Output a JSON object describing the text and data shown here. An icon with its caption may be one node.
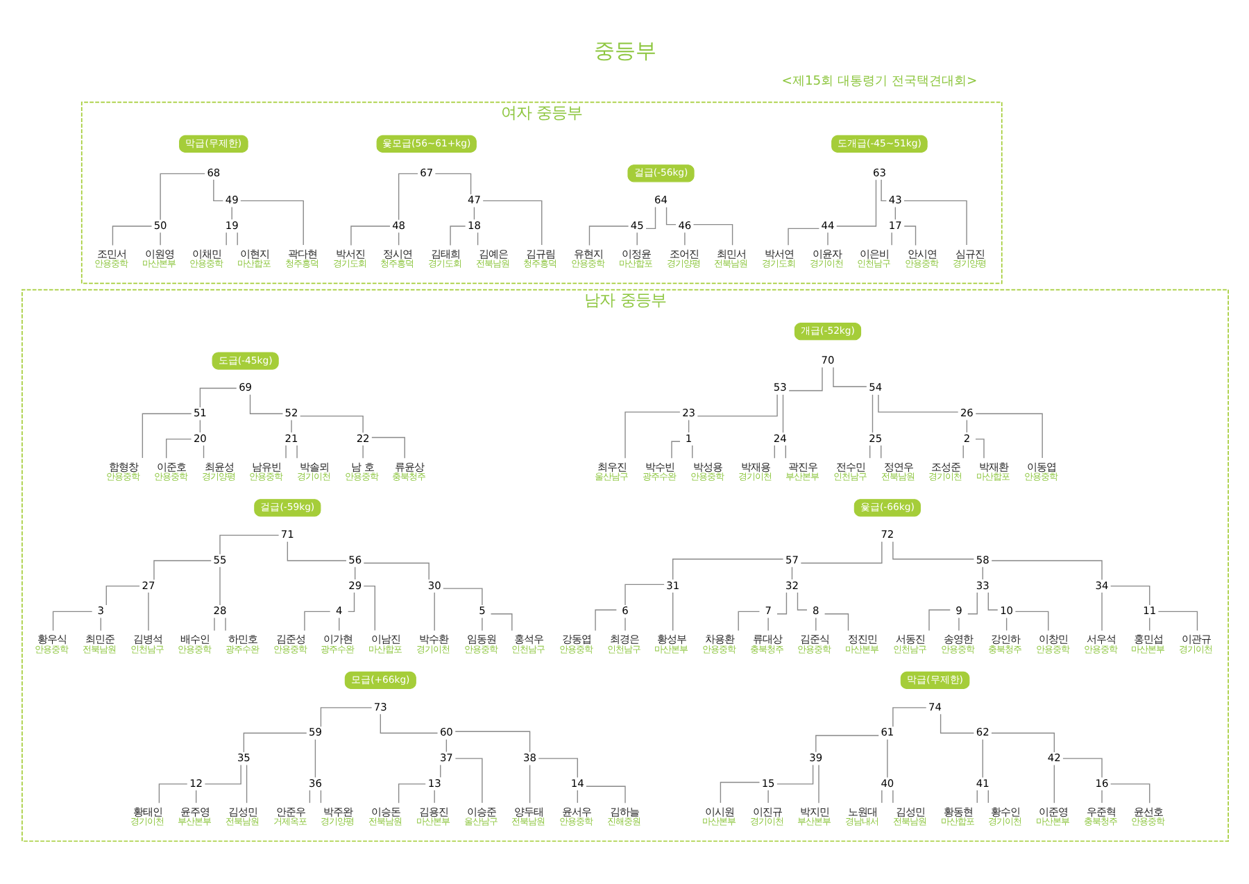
{
  "diagram": {
    "title": "중등부",
    "nodes": [
      {
        "text": [
          "여자 중등부"
        ]
      },
      {
        "text": [
          "도개급(-45~51kg)"
        ],
        "in": 0
      },
      {
        "text": [
          "63"
        ],
        "in": 0
      },
      {
        "text": [
          "43"
        ],
        "in": 0
      },
      {
        "text": [
          "44"
        ],
        "in": 0
      },
      {
        "text": [
          "17"
        ],
        "in": 0
      },
      {
        "text": [
          "심규진",
          "경기양평"
        ],
        "in": 0
      },
      {
        "text": [
          "이은비",
          "인천남구"
        ],
        "in": 0
      },
      {
        "text": [
          "안시연",
          "안용중학"
        ],
        "in": 0
      },
      {
        "text": [
          "박서연",
          "경기도회"
        ],
        "in": 0
      },
      {
        "text": [
          "이윤자",
          "경기이천"
        ],
        "in": 0
      },
      {
        "text": [
          "걸급(-56kg)"
        ],
        "in": 0
      },
      {
        "text": [
          "64"
        ],
        "in": 0
      },
      {
        "text": [
          "45"
        ],
        "in": 0
      },
      {
        "text": [
          "46"
        ],
        "in": 0
      },
      {
        "text": [
          "유현지",
          "안용중학"
        ],
        "in": 0
      },
      {
        "text": [
          "이정윤",
          "마산합포"
        ],
        "in": 0
      },
      {
        "text": [
          "조어진",
          "경기양평"
        ],
        "in": 0
      },
      {
        "text": [
          "최민서",
          "전북남원"
        ],
        "in": 0
      },
      {
        "text": [
          "윷모급(56~61+kg)"
        ],
        "in": 0
      },
      {
        "text": [
          "67"
        ],
        "in": 0
      },
      {
        "text": [
          "47"
        ],
        "in": 0
      },
      {
        "text": [
          "48"
        ],
        "in": 0
      },
      {
        "text": [
          "18"
        ],
        "in": 0
      },
      {
        "text": [
          "김규림",
          "청주흥덕"
        ],
        "in": 0
      },
      {
        "text": [
          "김태희",
          "경기도회"
        ],
        "in": 0
      },
      {
        "text": [
          "김예은",
          "전북남원"
        ],
        "in": 0
      },
      {
        "text": [
          "박서진",
          "경기도회"
        ],
        "in": 0
      },
      {
        "text": [
          "정시연",
          "청주흥덕"
        ],
        "in": 0
      },
      {
        "text": [
          "막급(무제한)"
        ],
        "in": 0
      },
      {
        "text": [
          "68"
        ],
        "in": 0
      },
      {
        "text": [
          "49"
        ],
        "in": 0
      },
      {
        "text": [
          "50"
        ],
        "in": 0
      },
      {
        "text": [
          "19"
        ],
        "in": 0
      },
      {
        "text": [
          "곽다현",
          "청주흥덕"
        ],
        "in": 0
      },
      {
        "text": [
          "이채민",
          "안용중학"
        ],
        "in": 0
      },
      {
        "text": [
          "이현지",
          "마산합포"
        ],
        "in": 0
      },
      {
        "text": [
          "조민서",
          "안용중학"
        ],
        "in": 0
      },
      {
        "text": [
          "이원영",
          "마산본부"
        ],
        "in": 0
      },
      {
        "text": [
          "남자 중등부"
        ]
      },
      {
        "text": [
          "도급(-45kg)"
        ],
        "in": 39
      },
      {
        "text": [
          "69"
        ],
        "in": 39
      },
      {
        "text": [
          "51"
        ],
        "in": 39
      },
      {
        "text": [
          "52"
        ],
        "in": 39
      },
      {
        "text": [
          "20"
        ],
        "in": 39
      },
      {
        "text": [
          "21"
        ],
        "in": 39
      },
      {
        "text": [
          "22"
        ],
        "in": 39
      },
      {
        "text": [
          "함형창",
          "안용중학"
        ],
        "in": 39
      },
      {
        "text": [
          "이준호",
          "안용중학"
        ],
        "in": 39
      },
      {
        "text": [
          "최윤성",
          "경기양평"
        ],
        "in": 39
      },
      {
        "text": [
          "남유빈",
          "안용중학"
        ],
        "in": 39
      },
      {
        "text": [
          "박솔뫼",
          "경기이천"
        ],
        "in": 39
      },
      {
        "text": [
          "남 호",
          "안용중학"
        ],
        "in": 39
      },
      {
        "text": [
          "류윤상",
          "충북청주"
        ],
        "in": 39
      },
      {
        "text": [
          "개급(-52kg)"
        ],
        "in": 39
      },
      {
        "text": [
          "70"
        ],
        "in": 39
      },
      {
        "text": [
          "53"
        ],
        "in": 39
      },
      {
        "text": [
          "54"
        ],
        "in": 39
      },
      {
        "text": [
          "23"
        ],
        "in": 39
      },
      {
        "text": [
          "24"
        ],
        "in": 39
      },
      {
        "text": [
          "25"
        ],
        "in": 39
      },
      {
        "text": [
          "26"
        ],
        "in": 39
      },
      {
        "text": [
          "1"
        ],
        "in": 39
      },
      {
        "text": [
          "2"
        ],
        "in": 39
      },
      {
        "text": [
          "최우진",
          "울산남구"
        ],
        "in": 39
      },
      {
        "text": [
          "박수빈",
          "광주수완"
        ],
        "in": 39
      },
      {
        "text": [
          "박성용",
          "안용중학"
        ],
        "in": 39
      },
      {
        "text": [
          "박재용",
          "경기이천"
        ],
        "in": 39
      },
      {
        "text": [
          "곽진우",
          "부산본부"
        ],
        "in": 39
      },
      {
        "text": [
          "전수민",
          "인천남구"
        ],
        "in": 39
      },
      {
        "text": [
          "정연우",
          "전북남원"
        ],
        "in": 39
      },
      {
        "text": [
          "조성준",
          "경기이천"
        ],
        "in": 39
      },
      {
        "text": [
          "박재환",
          "마산합포"
        ],
        "in": 39
      },
      {
        "text": [
          "이동엽",
          "안용중학"
        ],
        "in": 39
      },
      {
        "text": [
          "걸급(-59kg)"
        ],
        "in": 39
      },
      {
        "text": [
          "71"
        ],
        "in": 39
      },
      {
        "text": [
          "55"
        ],
        "in": 39
      },
      {
        "text": [
          "56"
        ],
        "in": 39
      },
      {
        "text": [
          "27"
        ],
        "in": 39
      },
      {
        "text": [
          "28"
        ],
        "in": 39
      },
      {
        "text": [
          "29"
        ],
        "in": 39
      },
      {
        "text": [
          "30"
        ],
        "in": 39
      },
      {
        "text": [
          "3"
        ],
        "in": 39
      },
      {
        "text": [
          "4"
        ],
        "in": 39
      },
      {
        "text": [
          "5"
        ],
        "in": 39
      },
      {
        "text": [
          "김병석",
          "인천남구"
        ],
        "in": 39
      },
      {
        "text": [
          "황우식",
          "안용중학"
        ],
        "in": 39
      },
      {
        "text": [
          "최민준",
          "전북남원"
        ],
        "in": 39
      },
      {
        "text": [
          "배수인",
          "안용중학"
        ],
        "in": 39
      },
      {
        "text": [
          "하민호",
          "광주수완"
        ],
        "in": 39
      },
      {
        "text": [
          "이남진",
          "마산합포"
        ],
        "in": 39
      },
      {
        "text": [
          "김준성",
          "안용중학"
        ],
        "in": 39
      },
      {
        "text": [
          "이가현",
          "광주수완"
        ],
        "in": 39
      },
      {
        "text": [
          "임동원",
          "안용중학"
        ],
        "in": 39
      },
      {
        "text": [
          "홍석우",
          "인천남구"
        ],
        "in": 39
      },
      {
        "text": [
          "박수환",
          "경기이천"
        ],
        "in": 39
      },
      {
        "text": [
          "윷급(-66kg)"
        ],
        "in": 39
      },
      {
        "text": [
          "72"
        ],
        "in": 39
      },
      {
        "text": [
          "57"
        ],
        "in": 39
      },
      {
        "text": [
          "58"
        ],
        "in": 39
      },
      {
        "text": [
          "31"
        ],
        "in": 39
      },
      {
        "text": [
          "32"
        ],
        "in": 39
      },
      {
        "text": [
          "33"
        ],
        "in": 39
      },
      {
        "text": [
          "34"
        ],
        "in": 39
      },
      {
        "text": [
          "6"
        ],
        "in": 39
      },
      {
        "text": [
          "7"
        ],
        "in": 39
      },
      {
        "text": [
          "8"
        ],
        "in": 39
      },
      {
        "text": [
          "9"
        ],
        "in": 39
      },
      {
        "text": [
          "10"
        ],
        "in": 39
      },
      {
        "text": [
          "11"
        ],
        "in": 39
      },
      {
        "text": [
          "황성부",
          "마산본부"
        ],
        "in": 39
      },
      {
        "text": [
          "강동엽",
          "안용중학"
        ],
        "in": 39
      },
      {
        "text": [
          "최경은",
          "인천남구"
        ],
        "in": 39
      },
      {
        "text": [
          "차용환",
          "안용중학"
        ],
        "in": 39
      },
      {
        "text": [
          "류대상",
          "충북청주"
        ],
        "in": 39
      },
      {
        "text": [
          "김준식",
          "안용중학"
        ],
        "in": 39
      },
      {
        "text": [
          "정진민",
          "마산본부"
        ],
        "in": 39
      },
      {
        "text": [
          "서동진",
          "인천남구"
        ],
        "in": 39
      },
      {
        "text": [
          "송영한",
          "안용중학"
        ],
        "in": 39
      },
      {
        "text": [
          "강인하",
          "충북청주"
        ],
        "in": 39
      },
      {
        "text": [
          "이창민",
          "안용중학"
        ],
        "in": 39
      },
      {
        "text": [
          "홍민섭",
          "마산본부"
        ],
        "in": 39
      },
      {
        "text": [
          "이관규",
          "경기이천"
        ],
        "in": 39
      },
      {
        "text": [
          "서우석",
          "안용중학"
        ],
        "in": 39
      },
      {
        "text": [
          "모급(+66kg)"
        ],
        "in": 39
      },
      {
        "text": [
          "73"
        ],
        "in": 39
      },
      {
        "text": [
          "59"
        ],
        "in": 39
      },
      {
        "text": [
          "60"
        ],
        "in": 39
      },
      {
        "text": [
          "35"
        ],
        "in": 39
      },
      {
        "text": [
          "36"
        ],
        "in": 39
      },
      {
        "text": [
          "37"
        ],
        "in": 39
      },
      {
        "text": [
          "38"
        ],
        "in": 39
      },
      {
        "text": [
          "12"
        ],
        "in": 39
      },
      {
        "text": [
          "13"
        ],
        "in": 39
      },
      {
        "text": [
          "14"
        ],
        "in": 39
      },
      {
        "text": [
          "김성민",
          "전북남원"
        ],
        "in": 39
      },
      {
        "text": [
          "황태인",
          "경기이천"
        ],
        "in": 39
      },
      {
        "text": [
          "윤주영",
          "부산본부"
        ],
        "in": 39
      },
      {
        "text": [
          "안준우",
          "거제옥포"
        ],
        "in": 39
      },
      {
        "text": [
          "박주완",
          "경기양평"
        ],
        "in": 39
      },
      {
        "text": [
          "이승준",
          "울산남구"
        ],
        "in": 39
      },
      {
        "text": [
          "이승돈",
          "전북남원"
        ],
        "in": 39
      },
      {
        "text": [
          "김용진",
          "마산본부"
        ],
        "in": 39
      },
      {
        "text": [
          "윤서우",
          "안용중학"
        ],
        "in": 39
      },
      {
        "text": [
          "김하늘",
          "진해중원"
        ],
        "in": 39
      },
      {
        "text": [
          "양두태",
          "전북남원"
        ],
        "in": 39
      },
      {
        "text": [
          "막급(무제한)"
        ],
        "in": 39
      },
      {
        "text": [
          "74"
        ],
        "in": 39
      },
      {
        "text": [
          "61"
        ],
        "in": 39
      },
      {
        "text": [
          "62"
        ],
        "in": 39
      },
      {
        "text": [
          "39"
        ],
        "in": 39
      },
      {
        "text": [
          "40"
        ],
        "in": 39
      },
      {
        "text": [
          "41"
        ],
        "in": 39
      },
      {
        "text": [
          "42"
        ],
        "in": 39
      },
      {
        "text": [
          "15"
        ],
        "in": 39
      },
      {
        "text": [
          "16"
        ],
        "in": 39
      },
      {
        "text": [
          "박지민",
          "부산본부"
        ],
        "in": 39
      },
      {
        "text": [
          "이시원",
          "마산본부"
        ],
        "in": 39
      },
      {
        "text": [
          "이진규",
          "경기이천"
        ],
        "in": 39
      },
      {
        "text": [
          "노원대",
          "경남내서"
        ],
        "in": 39
      },
      {
        "text": [
          "김성민",
          "전북남원"
        ],
        "in": 39
      },
      {
        "text": [
          "황동현",
          "마산합포"
        ],
        "in": 39
      },
      {
        "text": [
          "황수인",
          "경기이천"
        ],
        "in": 39
      },
      {
        "text": [
          "우준혁",
          "충북청주"
        ],
        "in": 39
      },
      {
        "text": [
          "윤선호",
          "안용중학"
        ],
        "in": 39
      },
      {
        "text": [
          "이준영",
          "마산본부"
        ],
        "in": 39
      }
    ],
    "edges": [
      {
        "from": 2,
        "to": 3,
        "arrow": "none"
      },
      {
        "from": 2,
        "to": 4,
        "arrow": "none"
      },
      {
        "from": 3,
        "to": 6,
        "arrow": "none"
      },
      {
        "from": 3,
        "to": 5,
        "arrow": "none"
      },
      {
        "from": 5,
        "to": 7,
        "arrow": "none"
      },
      {
        "from": 5,
        "to": 8,
        "arrow": "none"
      },
      {
        "from": 4,
        "to": 9,
        "arrow": "none"
      },
      {
        "from": 4,
        "to": 10,
        "arrow": "none"
      },
      {
        "from": 12,
        "to": 13,
        "arrow": "none"
      },
      {
        "from": 12,
        "to": 14,
        "arrow": "none"
      },
      {
        "from": 13,
        "to": 15,
        "arrow": "none"
      },
      {
        "from": 13,
        "to": 16,
        "arrow": "none"
      },
      {
        "from": 14,
        "to": 17,
        "arrow": "none"
      },
      {
        "from": 14,
        "to": 18,
        "arrow": "none"
      },
      {
        "from": 20,
        "to": 21,
        "arrow": "none"
      },
      {
        "from": 20,
        "to": 22,
        "arrow": "none"
      },
      {
        "from": 21,
        "to": 24,
        "arrow": "none"
      },
      {
        "from": 21,
        "to": 23,
        "arrow": "none"
      },
      {
        "from": 23,
        "to": 25,
        "arrow": "none"
      },
      {
        "from": 23,
        "to": 26,
        "arrow": "none"
      },
      {
        "from": 22,
        "to": 27,
        "arrow": "none"
      },
      {
        "from": 22,
        "to": 28,
        "arrow": "none"
      },
      {
        "from": 30,
        "to": 31,
        "arrow": "none"
      },
      {
        "from": 30,
        "to": 32,
        "arrow": "none"
      },
      {
        "from": 31,
        "to": 34,
        "arrow": "none"
      },
      {
        "from": 31,
        "to": 33,
        "arrow": "none"
      },
      {
        "from": 33,
        "to": 35,
        "arrow": "none"
      },
      {
        "from": 33,
        "to": 36,
        "arrow": "none"
      },
      {
        "from": 32,
        "to": 37,
        "arrow": "none"
      },
      {
        "from": 32,
        "to": 38,
        "arrow": "none"
      },
      {
        "from": 41,
        "to": 42,
        "arrow": "none"
      },
      {
        "from": 41,
        "to": 43,
        "arrow": "none"
      },
      {
        "from": 42,
        "to": 47,
        "arrow": "none"
      },
      {
        "from": 42,
        "to": 44,
        "arrow": "none"
      },
      {
        "from": 44,
        "to": 48,
        "arrow": "none"
      },
      {
        "from": 44,
        "to": 49,
        "arrow": "none"
      },
      {
        "from": 43,
        "to": 45,
        "arrow": "none"
      },
      {
        "from": 43,
        "to": 46,
        "arrow": "none"
      },
      {
        "from": 45,
        "to": 50,
        "arrow": "none"
      },
      {
        "from": 45,
        "to": 51,
        "arrow": "none"
      },
      {
        "from": 46,
        "to": 52,
        "arrow": "none"
      },
      {
        "from": 46,
        "to": 53,
        "arrow": "none"
      },
      {
        "from": 55,
        "to": 56,
        "arrow": "none"
      },
      {
        "from": 55,
        "to": 57,
        "arrow": "none"
      },
      {
        "from": 56,
        "to": 58,
        "arrow": "none"
      },
      {
        "from": 56,
        "to": 59,
        "arrow": "none"
      },
      {
        "from": 58,
        "to": 64,
        "arrow": "none"
      },
      {
        "from": 58,
        "to": 62,
        "arrow": "none"
      },
      {
        "from": 62,
        "to": 65,
        "arrow": "none"
      },
      {
        "from": 62,
        "to": 66,
        "arrow": "none"
      },
      {
        "from": 59,
        "to": 67,
        "arrow": "none"
      },
      {
        "from": 59,
        "to": 68,
        "arrow": "none"
      },
      {
        "from": 57,
        "to": 60,
        "arrow": "none"
      },
      {
        "from": 57,
        "to": 61,
        "arrow": "none"
      },
      {
        "from": 60,
        "to": 69,
        "arrow": "none"
      },
      {
        "from": 60,
        "to": 70,
        "arrow": "none"
      },
      {
        "from": 61,
        "to": 63,
        "arrow": "none"
      },
      {
        "from": 61,
        "to": 73,
        "arrow": "none"
      },
      {
        "from": 63,
        "to": 71,
        "arrow": "none"
      },
      {
        "from": 63,
        "to": 72,
        "arrow": "none"
      },
      {
        "from": 75,
        "to": 76,
        "arrow": "none"
      },
      {
        "from": 75,
        "to": 77,
        "arrow": "none"
      },
      {
        "from": 76,
        "to": 78,
        "arrow": "none"
      },
      {
        "from": 76,
        "to": 79,
        "arrow": "none"
      },
      {
        "from": 78,
        "to": 85,
        "arrow": "none"
      },
      {
        "from": 78,
        "to": 82,
        "arrow": "none"
      },
      {
        "from": 82,
        "to": 86,
        "arrow": "none"
      },
      {
        "from": 82,
        "to": 87,
        "arrow": "none"
      },
      {
        "from": 79,
        "to": 88,
        "arrow": "none"
      },
      {
        "from": 79,
        "to": 89,
        "arrow": "none"
      },
      {
        "from": 77,
        "to": 80,
        "arrow": "none"
      },
      {
        "from": 77,
        "to": 81,
        "arrow": "none"
      },
      {
        "from": 80,
        "to": 90,
        "arrow": "none"
      },
      {
        "from": 80,
        "to": 83,
        "arrow": "none"
      },
      {
        "from": 83,
        "to": 91,
        "arrow": "none"
      },
      {
        "from": 83,
        "to": 92,
        "arrow": "none"
      },
      {
        "from": 81,
        "to": 84,
        "arrow": "none"
      },
      {
        "from": 81,
        "to": 95,
        "arrow": "none"
      },
      {
        "from": 84,
        "to": 93,
        "arrow": "none"
      },
      {
        "from": 84,
        "to": 94,
        "arrow": "none"
      },
      {
        "from": 97,
        "to": 98,
        "arrow": "none"
      },
      {
        "from": 97,
        "to": 99,
        "arrow": "none"
      },
      {
        "from": 98,
        "to": 100,
        "arrow": "none"
      },
      {
        "from": 98,
        "to": 101,
        "arrow": "none"
      },
      {
        "from": 100,
        "to": 110,
        "arrow": "none"
      },
      {
        "from": 100,
        "to": 104,
        "arrow": "none"
      },
      {
        "from": 104,
        "to": 111,
        "arrow": "none"
      },
      {
        "from": 104,
        "to": 112,
        "arrow": "none"
      },
      {
        "from": 101,
        "to": 105,
        "arrow": "none"
      },
      {
        "from": 101,
        "to": 106,
        "arrow": "none"
      },
      {
        "from": 105,
        "to": 113,
        "arrow": "none"
      },
      {
        "from": 105,
        "to": 114,
        "arrow": "none"
      },
      {
        "from": 106,
        "to": 115,
        "arrow": "none"
      },
      {
        "from": 106,
        "to": 116,
        "arrow": "none"
      },
      {
        "from": 99,
        "to": 102,
        "arrow": "none"
      },
      {
        "from": 99,
        "to": 103,
        "arrow": "none"
      },
      {
        "from": 102,
        "to": 107,
        "arrow": "none"
      },
      {
        "from": 102,
        "to": 108,
        "arrow": "none"
      },
      {
        "from": 107,
        "to": 117,
        "arrow": "none"
      },
      {
        "from": 107,
        "to": 118,
        "arrow": "none"
      },
      {
        "from": 108,
        "to": 119,
        "arrow": "none"
      },
      {
        "from": 108,
        "to": 120,
        "arrow": "none"
      },
      {
        "from": 103,
        "to": 109,
        "arrow": "none"
      },
      {
        "from": 103,
        "to": 123,
        "arrow": "none"
      },
      {
        "from": 109,
        "to": 121,
        "arrow": "none"
      },
      {
        "from": 109,
        "to": 122,
        "arrow": "none"
      },
      {
        "from": 125,
        "to": 126,
        "arrow": "none"
      },
      {
        "from": 125,
        "to": 127,
        "arrow": "none"
      },
      {
        "from": 126,
        "to": 128,
        "arrow": "none"
      },
      {
        "from": 126,
        "to": 129,
        "arrow": "none"
      },
      {
        "from": 128,
        "to": 135,
        "arrow": "none"
      },
      {
        "from": 128,
        "to": 132,
        "arrow": "none"
      },
      {
        "from": 132,
        "to": 136,
        "arrow": "none"
      },
      {
        "from": 132,
        "to": 137,
        "arrow": "none"
      },
      {
        "from": 129,
        "to": 138,
        "arrow": "none"
      },
      {
        "from": 129,
        "to": 139,
        "arrow": "none"
      },
      {
        "from": 127,
        "to": 130,
        "arrow": "none"
      },
      {
        "from": 127,
        "to": 131,
        "arrow": "none"
      },
      {
        "from": 130,
        "to": 140,
        "arrow": "none"
      },
      {
        "from": 130,
        "to": 133,
        "arrow": "none"
      },
      {
        "from": 133,
        "to": 141,
        "arrow": "none"
      },
      {
        "from": 133,
        "to": 142,
        "arrow": "none"
      },
      {
        "from": 131,
        "to": 134,
        "arrow": "none"
      },
      {
        "from": 131,
        "to": 145,
        "arrow": "none"
      },
      {
        "from": 134,
        "to": 143,
        "arrow": "none"
      },
      {
        "from": 134,
        "to": 144,
        "arrow": "none"
      },
      {
        "from": 147,
        "to": 148,
        "arrow": "none"
      },
      {
        "from": 147,
        "to": 149,
        "arrow": "none"
      },
      {
        "from": 148,
        "to": 150,
        "arrow": "none"
      },
      {
        "from": 148,
        "to": 151,
        "arrow": "none"
      },
      {
        "from": 150,
        "to": 156,
        "arrow": "none"
      },
      {
        "from": 150,
        "to": 154,
        "arrow": "none"
      },
      {
        "from": 154,
        "to": 157,
        "arrow": "none"
      },
      {
        "from": 154,
        "to": 158,
        "arrow": "none"
      },
      {
        "from": 151,
        "to": 159,
        "arrow": "none"
      },
      {
        "from": 151,
        "to": 160,
        "arrow": "none"
      },
      {
        "from": 149,
        "to": 152,
        "arrow": "none"
      },
      {
        "from": 149,
        "to": 153,
        "arrow": "none"
      },
      {
        "from": 152,
        "to": 161,
        "arrow": "none"
      },
      {
        "from": 152,
        "to": 162,
        "arrow": "none"
      },
      {
        "from": 153,
        "to": 155,
        "arrow": "none"
      },
      {
        "from": 153,
        "to": 165,
        "arrow": "none"
      },
      {
        "from": 155,
        "to": 163,
        "arrow": "none"
      },
      {
        "from": 155,
        "to": 164,
        "arrow": "none"
      }
    ],
    "labels": [
      "<제15회 대통령기 전국택견대회>"
    ]
  }
}
